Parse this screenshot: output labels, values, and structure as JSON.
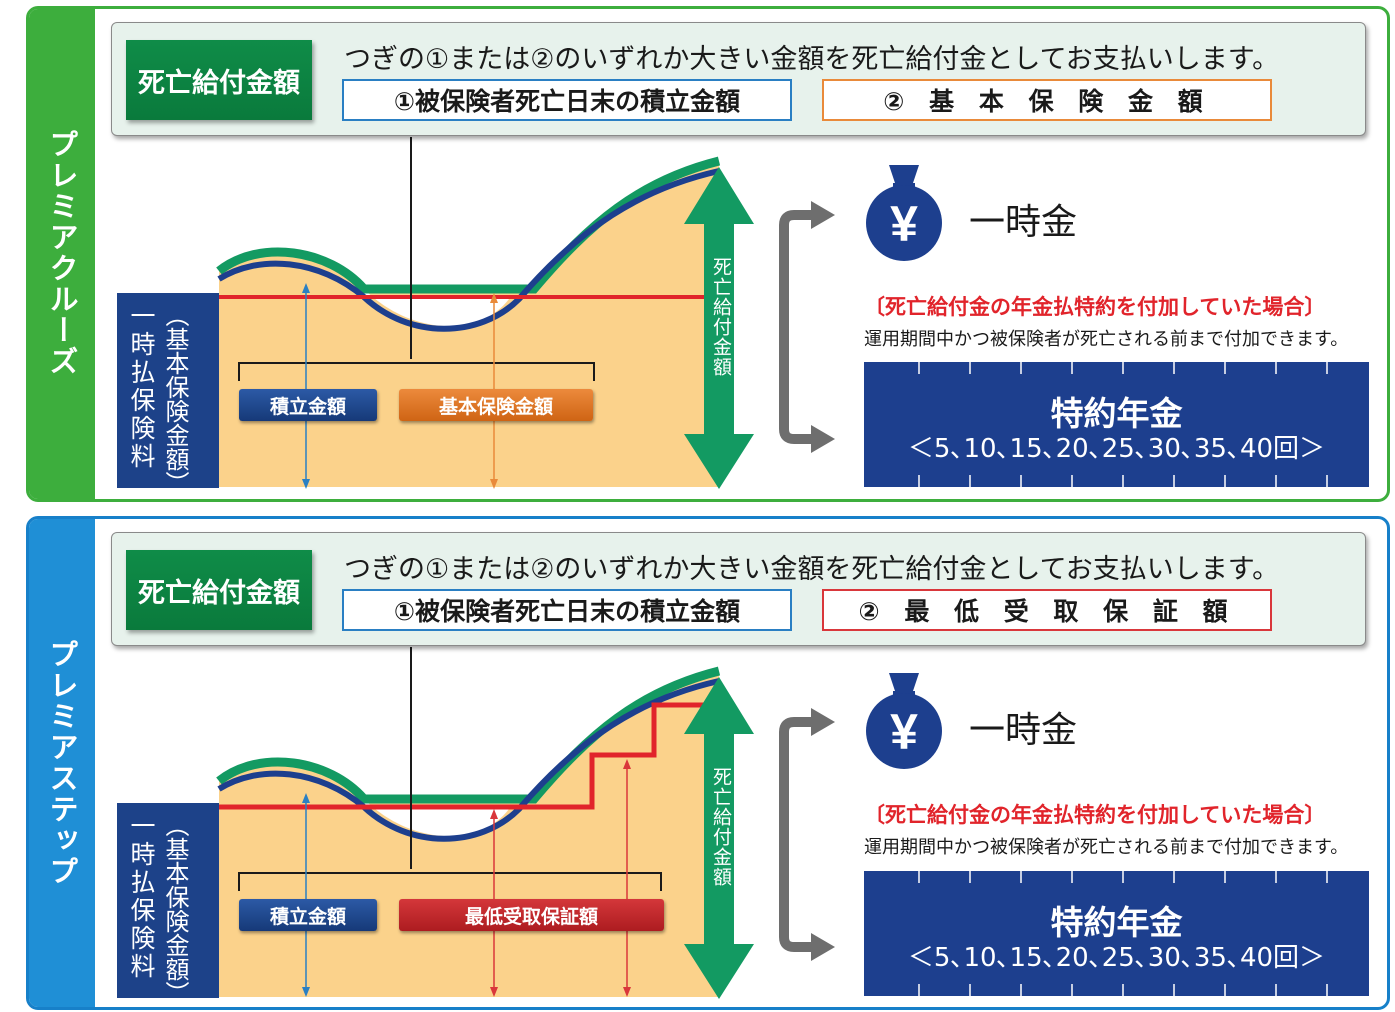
{
  "panels": [
    {
      "tab": "プレミアクルーズ",
      "death_benefit_label": "死亡給付金額",
      "header_text": "つぎの①または②のいずれか大きい金額を死亡給付金としてお支払いします。",
      "option1": "①被保険者死亡日末の積立金額",
      "option2": "② 基 本 保 険 金 額",
      "left_label_paren": "（基本保険金額）",
      "left_label_main": "一時払保険料",
      "pill_accum": "積立金額",
      "pill_second": "基本保険金額",
      "vertical_arrow_label": "死亡給付金額",
      "lump_sum": "一時金",
      "condition": "〔死亡給付金の年金払特約を付加していた場合〕",
      "note": "運用期間中かつ被保険者が死亡される前まで付加できます。",
      "annuity_title": "特約年金",
      "annuity_sub": "＜5､10､15､20､25､30､35､40回＞",
      "colors": {
        "tab": "#3dae3d",
        "second_box_border": "#e98a3a",
        "second_pill": "#d9661a"
      }
    },
    {
      "tab": "プレミアステップ",
      "death_benefit_label": "死亡給付金額",
      "header_text": "つぎの①または②のいずれか大きい金額を死亡給付金としてお支払いします。",
      "option1": "①被保険者死亡日末の積立金額",
      "option2": "② 最 低 受 取 保 証 額",
      "left_label_paren": "（基本保険金額）",
      "left_label_main": "一時払保険料",
      "pill_accum": "積立金額",
      "pill_second": "最低受取保証額",
      "vertical_arrow_label": "死亡給付金額",
      "lump_sum": "一時金",
      "condition": "〔死亡給付金の年金払特約を付加していた場合〕",
      "note": "運用期間中かつ被保険者が死亡される前まで付加できます。",
      "annuity_title": "特約年金",
      "annuity_sub": "＜5､10､15､20､25､30､35､40回＞",
      "colors": {
        "tab": "#1f8fd6",
        "second_box_border": "#d9373b",
        "second_pill": "#c1272b"
      }
    }
  ],
  "icons": {
    "money_bag": "yen-money-bag-icon",
    "arrow": "bracket-arrow-icon"
  }
}
